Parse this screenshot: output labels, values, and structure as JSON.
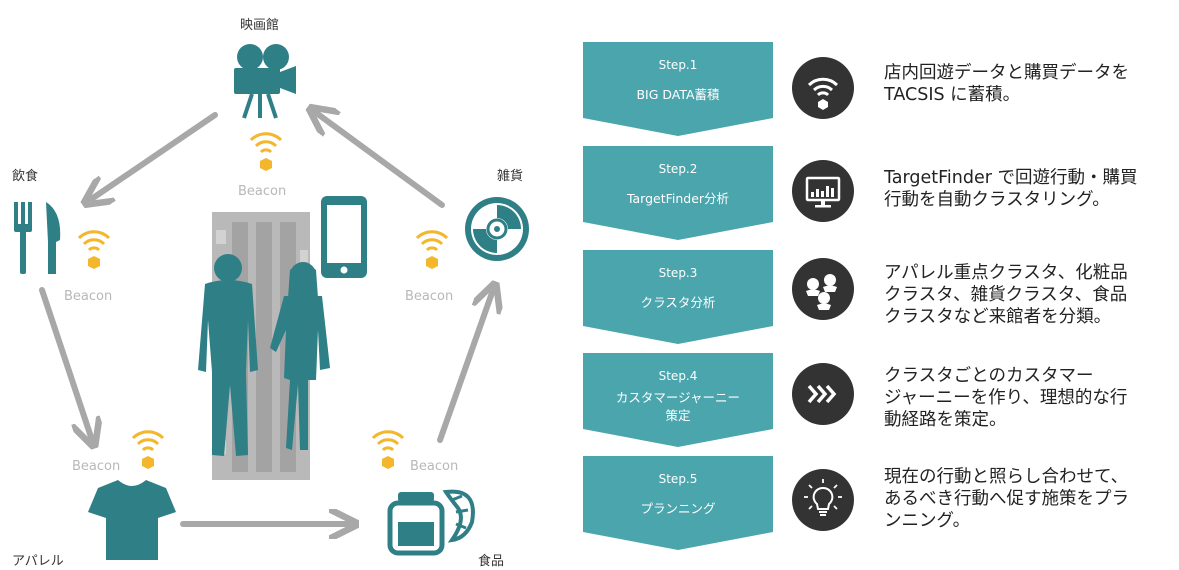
{
  "nodes": {
    "cinema": "映画館",
    "food_drink": "飲食",
    "goods": "雑貨",
    "apparel": "アパレル",
    "food": "食品"
  },
  "beacon_label": "Beacon",
  "steps": [
    {
      "title": "Step.1",
      "name": "BIG DATA蓄積",
      "icon": "wifi-icon",
      "desc": "店内回遊データと購買データを\nTACSIS に蓄積。"
    },
    {
      "title": "Step.2",
      "name": "TargetFinder分析",
      "icon": "monitor-chart-icon",
      "desc": "TargetFinder で回遊行動・購買\n行動を自動クラスタリング。"
    },
    {
      "title": "Step.3",
      "name": "クラスタ分析",
      "icon": "people-cluster-icon",
      "desc": "アパレル重点クラスタ、化粧品\nクラスタ、雑貨クラスタ、食品\nクラスタなど来館者を分類。"
    },
    {
      "title": "Step.4",
      "name": "カスタマージャーニー\n策定",
      "icon": "chevrons-icon",
      "desc": "クラスタごとのカスタマー\nジャーニーを作り、理想的な行\n動経路を策定。"
    },
    {
      "title": "Step.5",
      "name": "プランニング",
      "icon": "lightbulb-icon",
      "desc": "現在の行動と照らし合わせて、\nあるべき行動へ促す施策をプラ\nンニング。"
    }
  ],
  "colors": {
    "teal": "#2f7f86",
    "step_teal": "#4aa5ad",
    "beacon_yellow": "#f4b62a",
    "arrow_gray": "#a8a8a8",
    "icon_circle": "#333333"
  }
}
